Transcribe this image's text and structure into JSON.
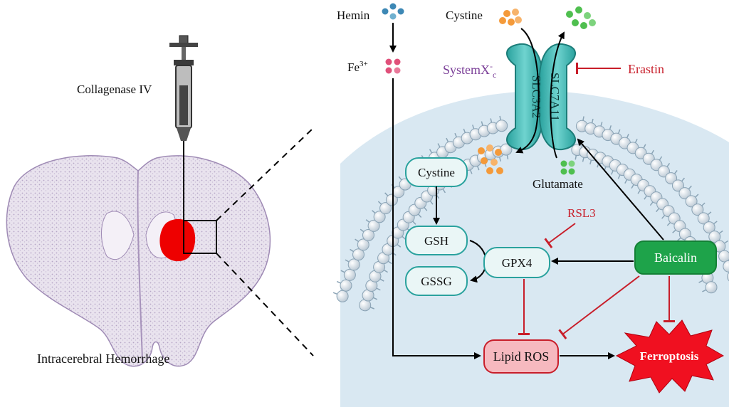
{
  "left_panel": {
    "syringe_label": "Collagenase IV",
    "caption": "Intracerebral Hemorrhage"
  },
  "pathway": {
    "hemin": "Hemin",
    "fe_base": "Fe",
    "fe_sup": "3+",
    "cystine_outside": "Cystine",
    "system_xc_base": "SystemX",
    "system_xc_sup": "-",
    "system_xc_sub": "c",
    "slc3a2": "SLC3A2",
    "slc7a11": "SLC7A11",
    "erastin": "Erastin",
    "cystine_inside": "Cystine",
    "glutamate": "Glutamate",
    "gsh": "GSH",
    "gssg": "GSSG",
    "gpx4": "GPX4",
    "rsl3": "RSL3",
    "baicalin": "Baicalin",
    "lipid_ros": "Lipid ROS",
    "ferroptosis": "Ferroptosis"
  },
  "colors": {
    "hemorrhage": "#ee0000",
    "cell_bg": "#d9e8f2",
    "transporter": "#3fb6b2",
    "teal_text": "#1f9e98",
    "inhibitor": "#c81e2a",
    "baicalin_fill": "#1ea34a",
    "ferroptosis_fill": "#f01020",
    "lipid_ros_fill": "#f6b9bf",
    "system_xc_text": "#7b3f98",
    "cystine_dot": "#f49a3a",
    "glutamate_dot": "#4fbf4f",
    "fe_dot": "#e0507a",
    "hemin_dot": "#3d88b5"
  }
}
